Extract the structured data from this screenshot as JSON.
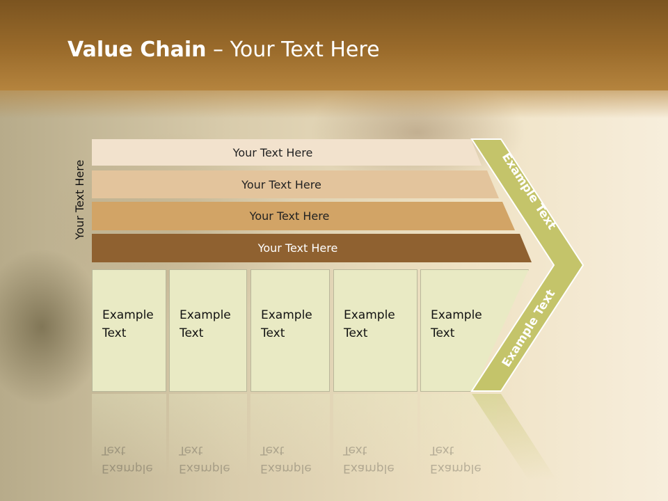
{
  "slide": {
    "title_bold": "Value Chain",
    "title_rest": " – Your Text Here"
  },
  "side_label": "Your Text Here",
  "bars": [
    {
      "label": "Your Text Here"
    },
    {
      "label": "Your Text Here"
    },
    {
      "label": "Your Text Here"
    },
    {
      "label": "Your Text Here"
    }
  ],
  "cells": [
    {
      "line1": "Example",
      "line2": "Text"
    },
    {
      "line1": "Example",
      "line2": "Text"
    },
    {
      "line1": "Example",
      "line2": "Text"
    },
    {
      "line1": "Example",
      "line2": "Text"
    },
    {
      "line1": "Example",
      "line2": "Text"
    }
  ],
  "arrow": {
    "top_label": "Example Text",
    "bottom_label": "Example Text",
    "color": "#c4c46a"
  },
  "colors": {
    "header": "#8f6126",
    "bar1": "#f2e2cd",
    "bar2": "#e3c49c",
    "bar3": "#d2a466",
    "bar4": "#8f6130",
    "cell": "#e9eac4"
  }
}
